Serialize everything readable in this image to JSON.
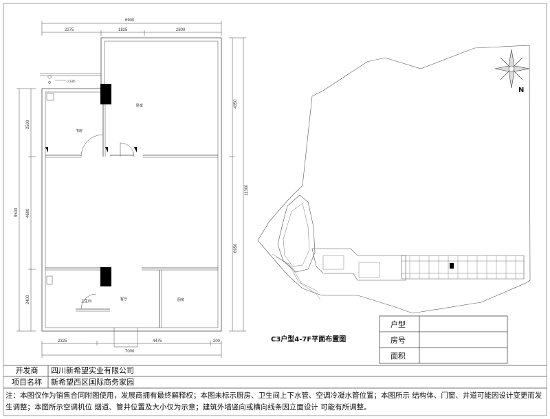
{
  "plan": {
    "dims_top": {
      "overall": "6900",
      "seg1": "2275",
      "seg2": "1825",
      "seg3": "2800"
    },
    "dims_left": {
      "overall": "9500",
      "seg1": "2500",
      "seg2": "4600",
      "seg3": "2400"
    },
    "dims_right": {
      "overall": "11300",
      "seg1": "4350",
      "seg2": "6950"
    },
    "dims_bottom": {
      "overall": "7000",
      "seg1": "2325",
      "seg2": "4475",
      "seg3": "200"
    },
    "rooms": {
      "upper_right": "卧室",
      "upper_left": "书房",
      "lower_left": "卫生间",
      "lower_mid": "客厅",
      "lower_right": "厨房"
    },
    "small_label": "LCE85"
  },
  "site": {
    "caption": "C3户型4-7F平面布置图",
    "north_label": "N"
  },
  "unit_table": {
    "rows": [
      {
        "label": "户型",
        "value": ""
      },
      {
        "label": "房号",
        "value": ""
      },
      {
        "label": "面积",
        "value": ""
      }
    ]
  },
  "info": {
    "developer_label": "开发商",
    "developer": "四川新希望实业有限公司",
    "project_label": "项目名称",
    "project": "新希望西区国际商务家园",
    "note": "注：本图仅作为销售合同附图使用，发展商拥有最终解释权；本图未标示厨房、卫生间上下水管、空调冷凝水管位置；本图所示 结构体、门窗、井道可能因设计变更而发生调整；本图所示空调机位 烟道、管井位置及大小仅为示意；建筑外墙竖向或横向线条因立面设计 可能有所调整。"
  }
}
